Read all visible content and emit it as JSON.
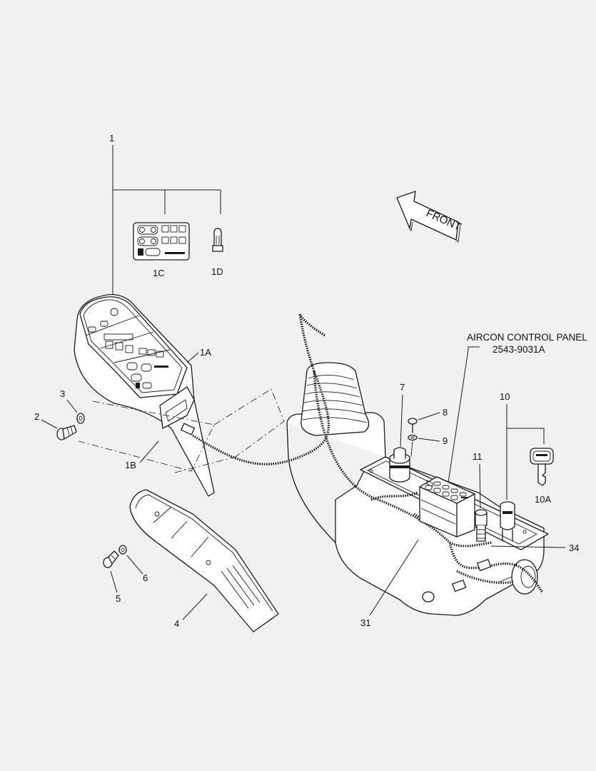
{
  "labels": {
    "p1": "1",
    "p1A": "1A",
    "p1B": "1B",
    "p1C": "1C",
    "p1D": "1D",
    "p2": "2",
    "p3": "3",
    "p4": "4",
    "p5": "5",
    "p6": "6",
    "p7": "7",
    "p8": "8",
    "p9": "9",
    "p10": "10",
    "p10A": "10A",
    "p11": "11",
    "p31": "31",
    "p34": "34"
  },
  "direction": "FRONT",
  "panel": {
    "title": "AIRCON CONTROL PANEL",
    "part_number": "2543-9031A"
  }
}
